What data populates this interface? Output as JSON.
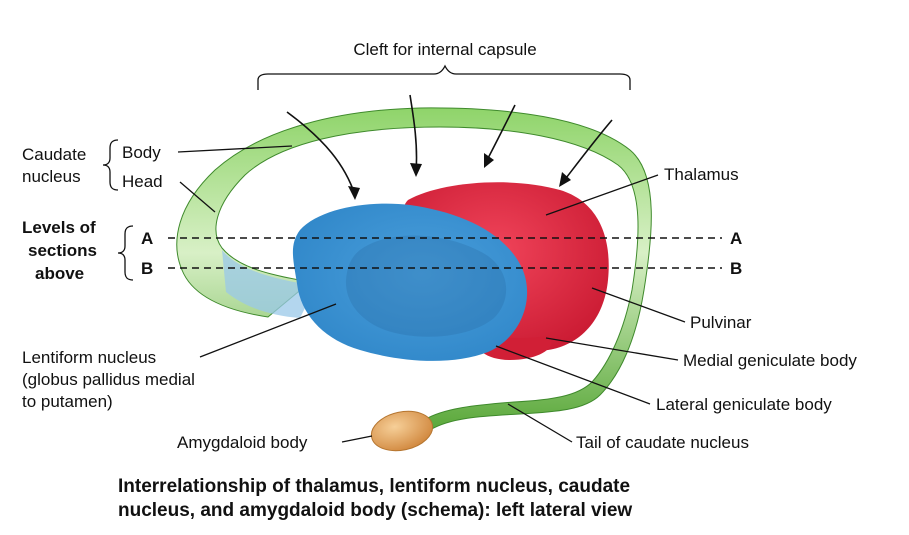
{
  "labels": {
    "cleft": "Cleft for internal capsule",
    "caudate_line1": "Caudate",
    "caudate_line2": "nucleus",
    "body": "Body",
    "head": "Head",
    "levels_line1": "Levels of",
    "levels_line2": "sections",
    "levels_line3": "above",
    "level_a": "A",
    "level_b": "B",
    "thalamus": "Thalamus",
    "pulvinar": "Pulvinar",
    "medial_geniculate": "Medial geniculate body",
    "lateral_geniculate": "Lateral geniculate body",
    "tail": "Tail of caudate nucleus",
    "lentiform_line1": "Lentiform nucleus",
    "lentiform_line2": "(globus pallidus medial",
    "lentiform_line3": "to putamen)",
    "amygdaloid": "Amygdaloid body"
  },
  "caption": {
    "line1": "Interrelationship of thalamus, lentiform nucleus, caudate",
    "line2": "nucleus, and amygdaloid body (schema): left lateral view"
  },
  "colors": {
    "caudate": "#6cc04a",
    "thalamus": "#e0243a",
    "lentiform": "#3a96d6",
    "amygdaloid": "#e3a15c"
  }
}
